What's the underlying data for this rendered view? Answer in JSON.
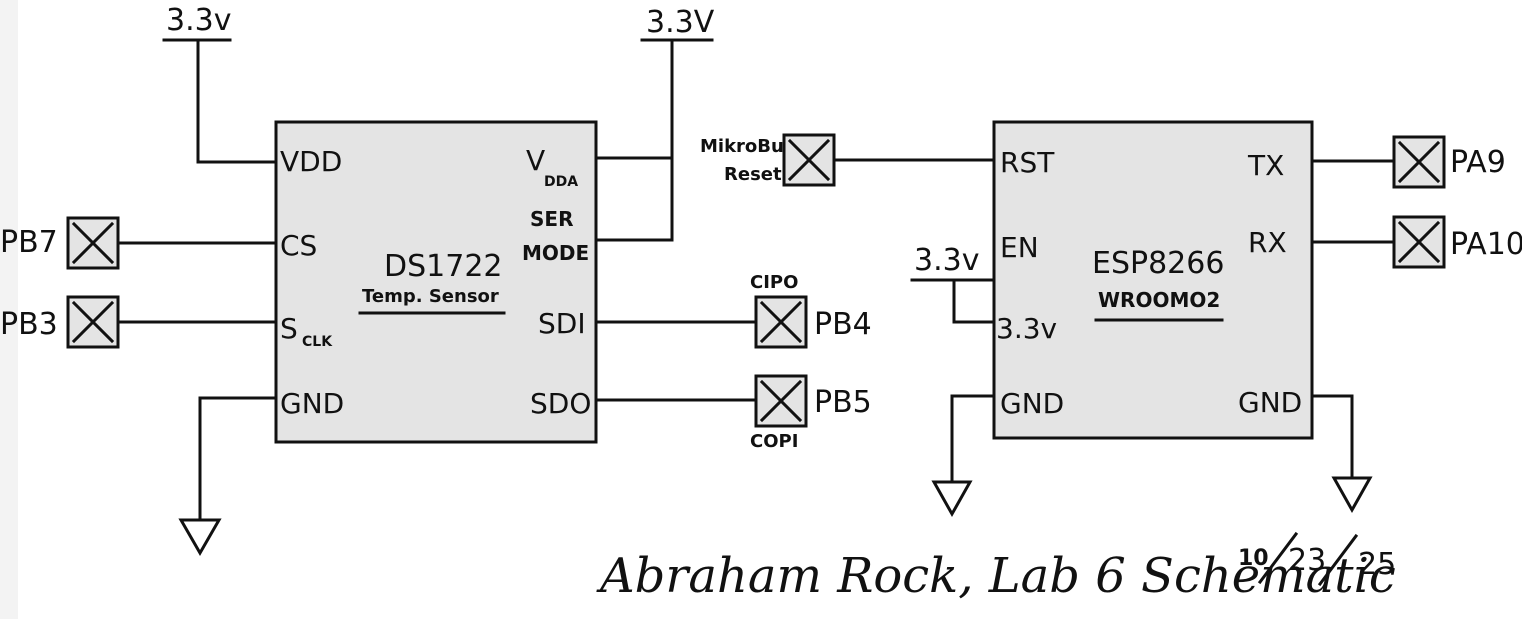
{
  "power": {
    "top_left": "3.3v",
    "top_right": "3.3V",
    "esp_en": "3.3v"
  },
  "ds1722": {
    "name": "DS1722",
    "subtitle": "Temp. Sensor",
    "pins": {
      "vdd": "VDD",
      "cs": "CS",
      "sclk_main": "S",
      "sclk_sub": "CLK",
      "gnd": "GND",
      "vdda_main": "V",
      "vdda_sub": "DDA",
      "sermode_1": "SER",
      "sermode_2": "MODE",
      "sdi": "SDI",
      "sdo": "SDO"
    }
  },
  "esp8266": {
    "name": "ESP8266",
    "subtitle": "WROOMO2",
    "pins": {
      "rst": "RST",
      "en": "EN",
      "v33": "3.3v",
      "gnd_left": "GND",
      "tx": "TX",
      "rx": "RX",
      "gnd_right": "GND"
    }
  },
  "ports": {
    "pb7": "PB7",
    "pb3": "PB3",
    "pb4": "PB4",
    "pb5": "PB5",
    "pa9": "PA9",
    "pa10": "PA10",
    "cipo": "CIPO",
    "copi": "COPI",
    "mikrobus_1": "MikroBus",
    "mikrobus_2": "Reset"
  },
  "title": "Abraham Rock, Lab 6 Schematic",
  "date": {
    "month": "10",
    "day": "23",
    "year": "25"
  }
}
